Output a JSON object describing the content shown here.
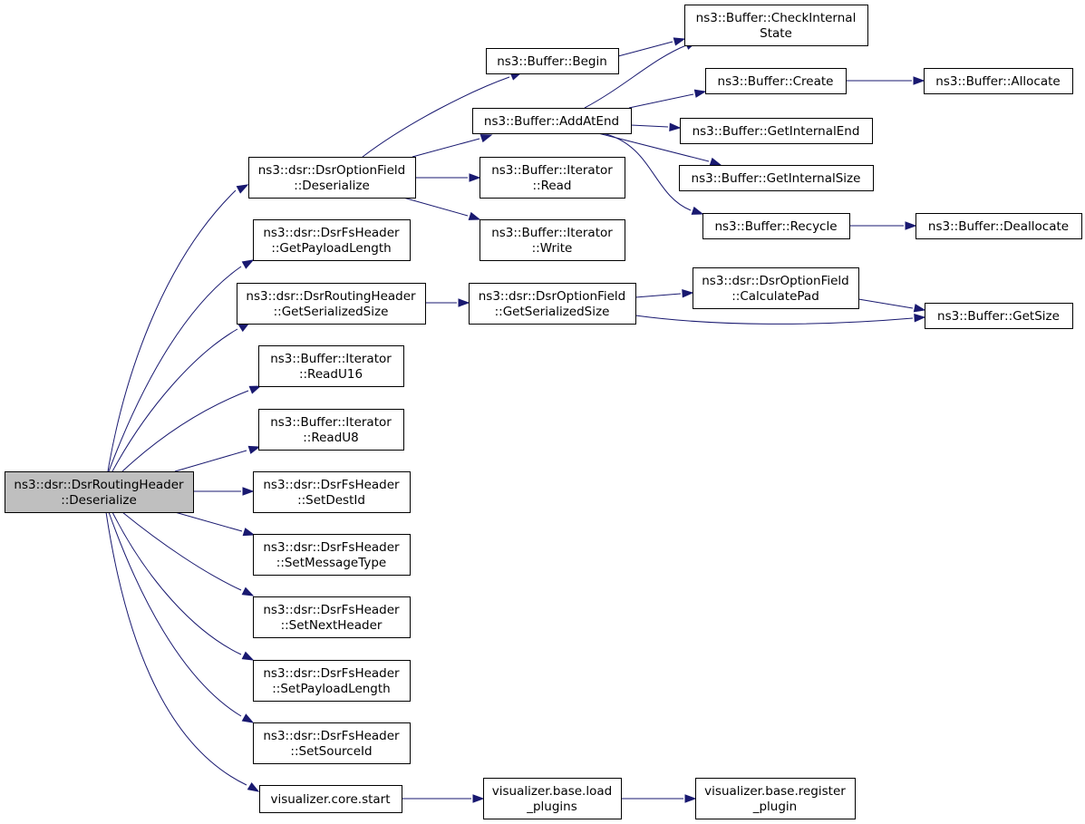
{
  "diagram": {
    "colors": {
      "edge": "#191970",
      "root_fill": "#bfbfbf",
      "node_fill": "#ffffff",
      "border": "#000000"
    },
    "nodes": [
      {
        "id": "root",
        "lines": [
          "ns3::dsr::DsrRoutingHeader",
          "::Deserialize"
        ],
        "root": true
      },
      {
        "id": "optfield_deser",
        "lines": [
          "ns3::dsr::DsrOptionField",
          "::Deserialize"
        ]
      },
      {
        "id": "fs_getpayload",
        "lines": [
          "ns3::dsr::DsrFsHeader",
          "::GetPayloadLength"
        ]
      },
      {
        "id": "rh_getser",
        "lines": [
          "ns3::dsr::DsrRoutingHeader",
          "::GetSerializedSize"
        ]
      },
      {
        "id": "readu16",
        "lines": [
          "ns3::Buffer::Iterator",
          "::ReadU16"
        ]
      },
      {
        "id": "readu8",
        "lines": [
          "ns3::Buffer::Iterator",
          "::ReadU8"
        ]
      },
      {
        "id": "setdestid",
        "lines": [
          "ns3::dsr::DsrFsHeader",
          "::SetDestId"
        ]
      },
      {
        "id": "setmsgtype",
        "lines": [
          "ns3::dsr::DsrFsHeader",
          "::SetMessageType"
        ]
      },
      {
        "id": "setnexthdr",
        "lines": [
          "ns3::dsr::DsrFsHeader",
          "::SetNextHeader"
        ]
      },
      {
        "id": "setpayload",
        "lines": [
          "ns3::dsr::DsrFsHeader",
          "::SetPayloadLength"
        ]
      },
      {
        "id": "setsrcid",
        "lines": [
          "ns3::dsr::DsrFsHeader",
          "::SetSourceId"
        ]
      },
      {
        "id": "vizstart",
        "lines": [
          "visualizer.core.start"
        ]
      },
      {
        "id": "begin",
        "lines": [
          "ns3::Buffer::Begin"
        ]
      },
      {
        "id": "addatend",
        "lines": [
          "ns3::Buffer::AddAtEnd"
        ]
      },
      {
        "id": "iterread",
        "lines": [
          "ns3::Buffer::Iterator",
          "::Read"
        ]
      },
      {
        "id": "iterwrite",
        "lines": [
          "ns3::Buffer::Iterator",
          "::Write"
        ]
      },
      {
        "id": "of_getser",
        "lines": [
          "ns3::dsr::DsrOptionField",
          "::GetSerializedSize"
        ]
      },
      {
        "id": "loadplugins",
        "lines": [
          "visualizer.base.load",
          "_plugins"
        ]
      },
      {
        "id": "checkinternal",
        "lines": [
          "ns3::Buffer::CheckInternal",
          "State"
        ]
      },
      {
        "id": "create",
        "lines": [
          "ns3::Buffer::Create"
        ]
      },
      {
        "id": "getinternalend",
        "lines": [
          "ns3::Buffer::GetInternalEnd"
        ]
      },
      {
        "id": "getinternalsize",
        "lines": [
          "ns3::Buffer::GetInternalSize"
        ]
      },
      {
        "id": "recycle",
        "lines": [
          "ns3::Buffer::Recycle"
        ]
      },
      {
        "id": "calcpad",
        "lines": [
          "ns3::dsr::DsrOptionField",
          "::CalculatePad"
        ]
      },
      {
        "id": "registerplugin",
        "lines": [
          "visualizer.base.register",
          "_plugin"
        ]
      },
      {
        "id": "allocate",
        "lines": [
          "ns3::Buffer::Allocate"
        ]
      },
      {
        "id": "deallocate",
        "lines": [
          "ns3::Buffer::Deallocate"
        ]
      },
      {
        "id": "getsize",
        "lines": [
          "ns3::Buffer::GetSize"
        ]
      }
    ],
    "edges": [
      [
        "root",
        "optfield_deser"
      ],
      [
        "root",
        "fs_getpayload"
      ],
      [
        "root",
        "rh_getser"
      ],
      [
        "root",
        "readu16"
      ],
      [
        "root",
        "readu8"
      ],
      [
        "root",
        "setdestid"
      ],
      [
        "root",
        "setmsgtype"
      ],
      [
        "root",
        "setnexthdr"
      ],
      [
        "root",
        "setpayload"
      ],
      [
        "root",
        "setsrcid"
      ],
      [
        "root",
        "vizstart"
      ],
      [
        "optfield_deser",
        "begin"
      ],
      [
        "optfield_deser",
        "addatend"
      ],
      [
        "optfield_deser",
        "iterread"
      ],
      [
        "optfield_deser",
        "iterwrite"
      ],
      [
        "begin",
        "checkinternal"
      ],
      [
        "addatend",
        "checkinternal"
      ],
      [
        "addatend",
        "create"
      ],
      [
        "addatend",
        "getinternalend"
      ],
      [
        "addatend",
        "getinternalsize"
      ],
      [
        "addatend",
        "recycle"
      ],
      [
        "create",
        "allocate"
      ],
      [
        "recycle",
        "deallocate"
      ],
      [
        "rh_getser",
        "of_getser"
      ],
      [
        "of_getser",
        "calcpad"
      ],
      [
        "of_getser",
        "getsize"
      ],
      [
        "calcpad",
        "getsize"
      ],
      [
        "vizstart",
        "loadplugins"
      ],
      [
        "loadplugins",
        "registerplugin"
      ]
    ]
  }
}
